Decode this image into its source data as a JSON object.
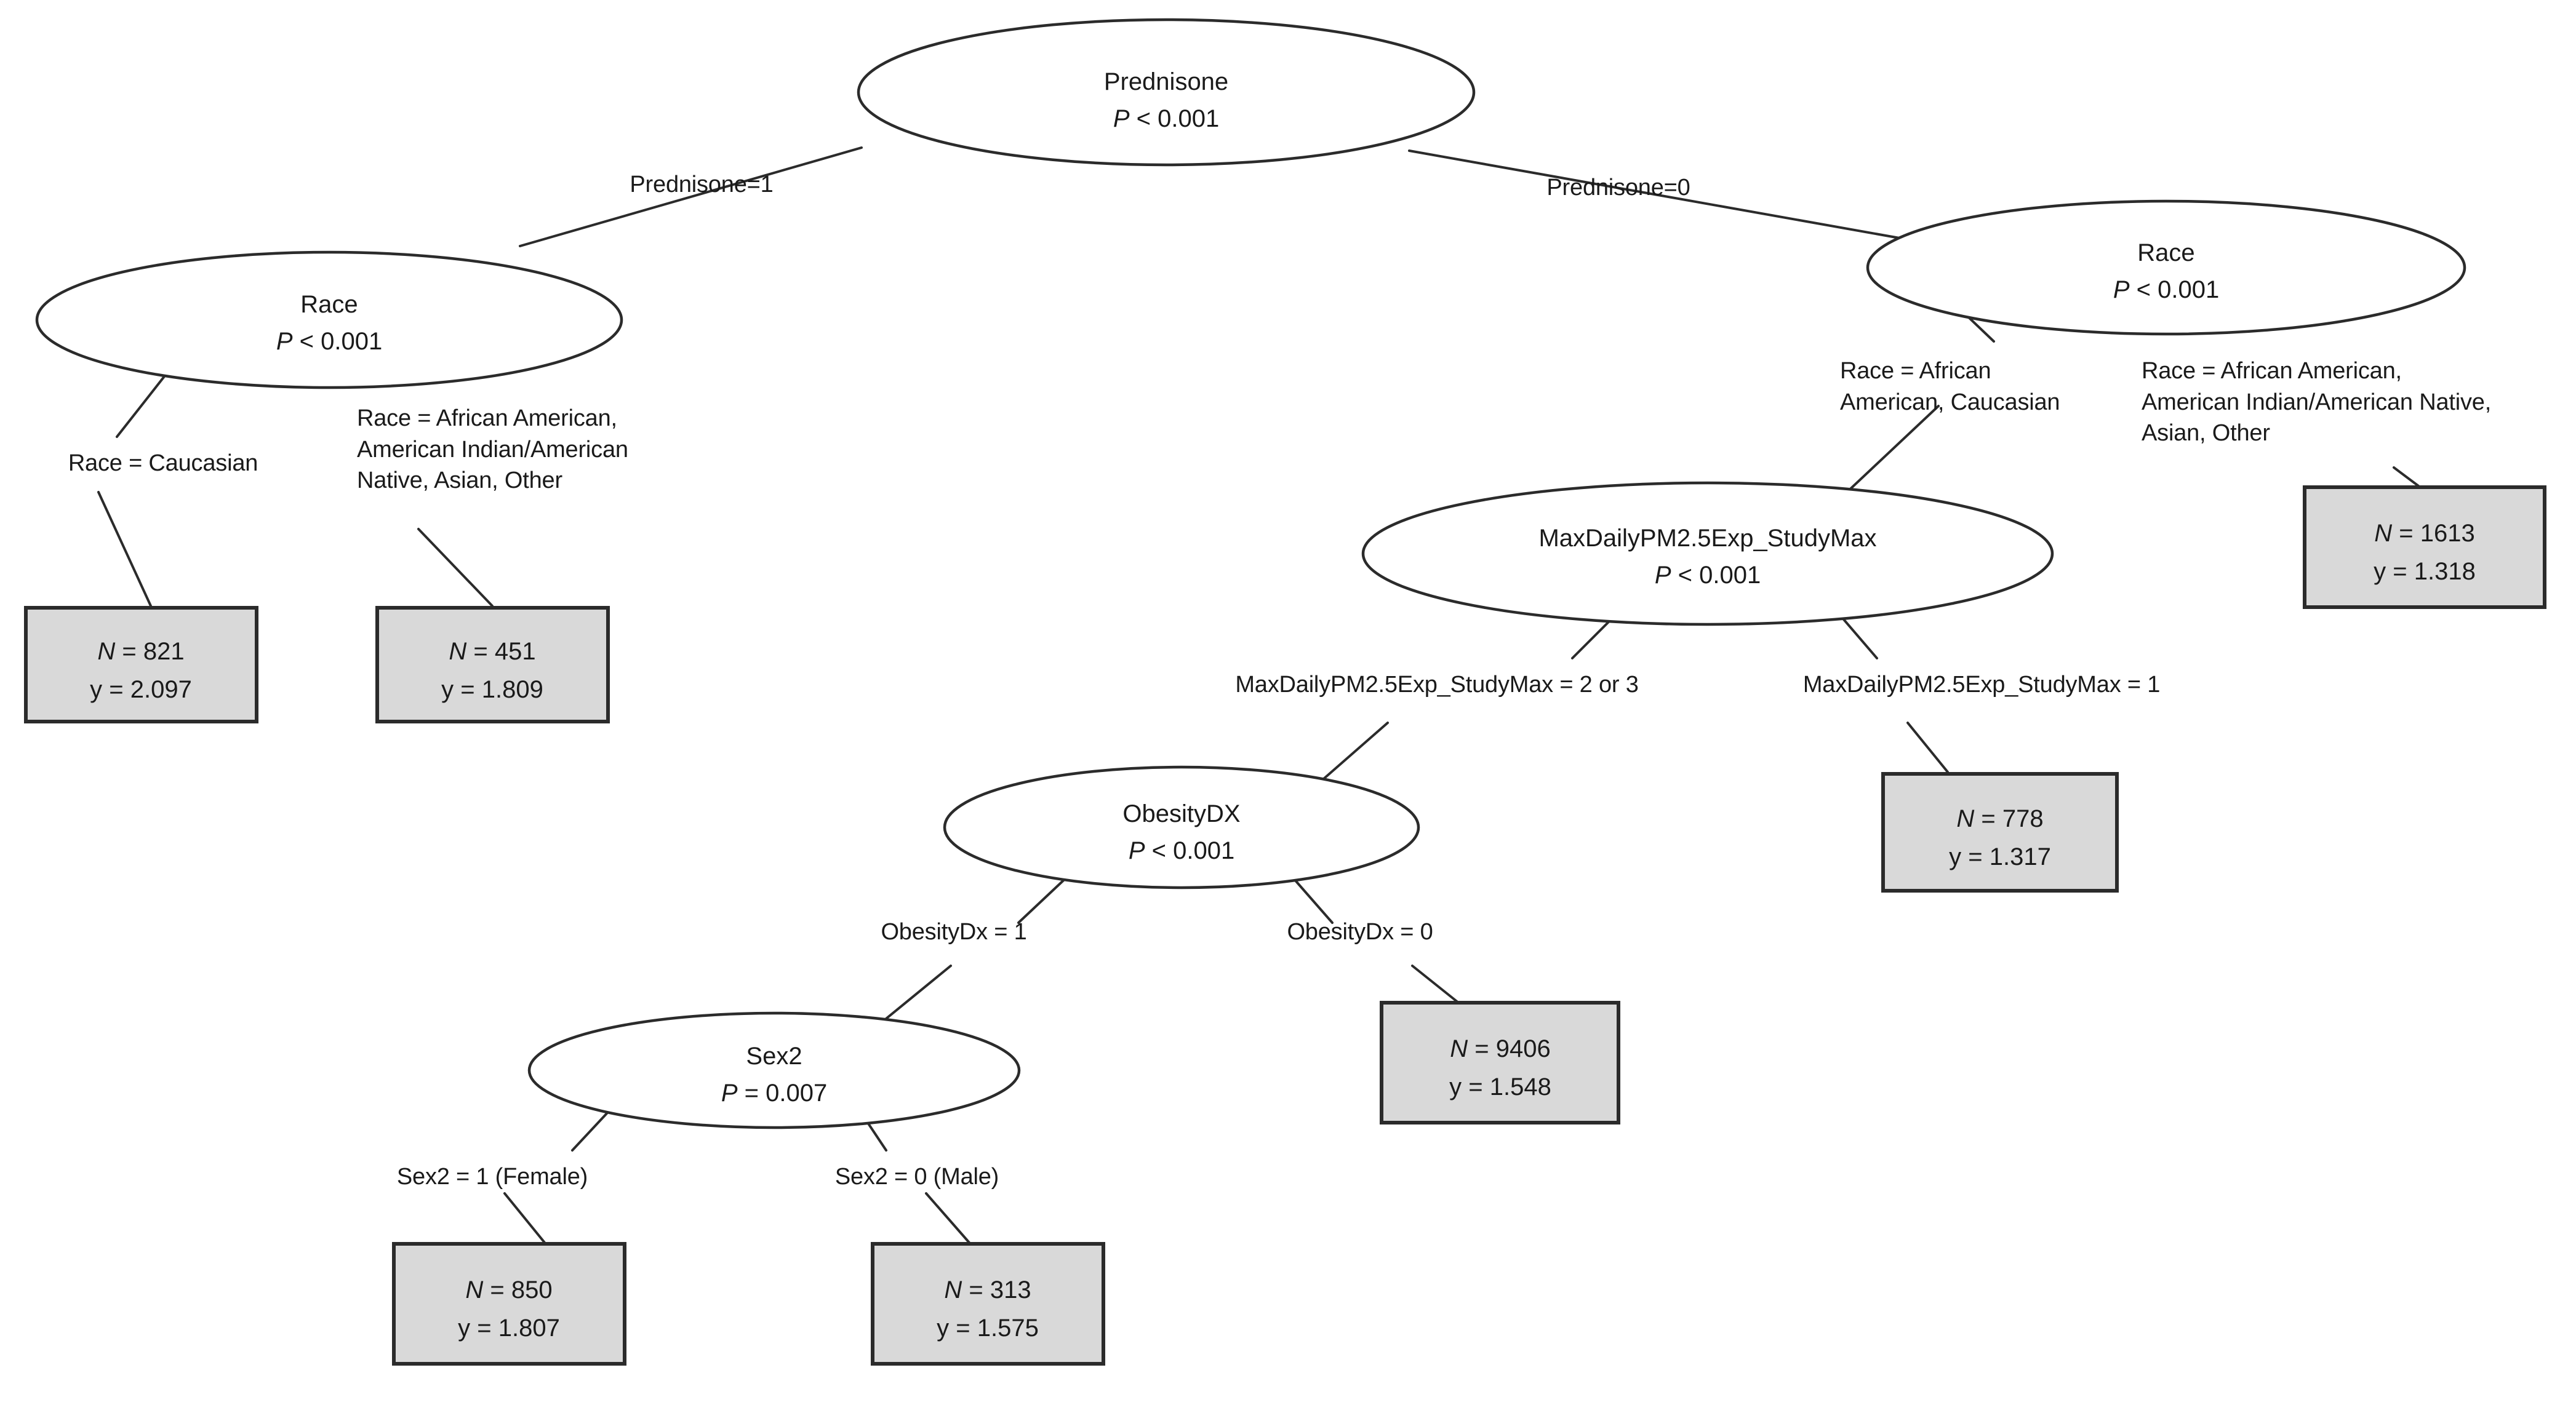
{
  "figure": {
    "type": "decision-tree",
    "domain": "conditional-inference-tree",
    "background_color": "#ffffff",
    "leaf_fill_color": "#d9d9d9",
    "stroke_color": "#2b2b2b"
  },
  "nodes": {
    "root": {
      "id": "n1",
      "variable": "Prednisone",
      "pvalue": "P < 0.001",
      "p_symbol": "P",
      "p_rest": " < 0.001"
    },
    "race_left": {
      "id": "n2",
      "variable": "Race",
      "pvalue": "P < 0.001",
      "p_symbol": "P",
      "p_rest": " < 0.001"
    },
    "race_right": {
      "id": "n3",
      "variable": "Race",
      "pvalue": "P < 0.001",
      "p_symbol": "P",
      "p_rest": " < 0.001"
    },
    "pm25": {
      "id": "n4",
      "variable": "MaxDailyPM2.5Exp_StudyMax",
      "pvalue": "P < 0.001",
      "p_symbol": "P",
      "p_rest": " < 0.001"
    },
    "obesity": {
      "id": "n5",
      "variable": "ObesityDX",
      "pvalue": "P < 0.001",
      "p_symbol": "P",
      "p_rest": " < 0.001"
    },
    "sex2": {
      "id": "n6",
      "variable": "Sex2",
      "pvalue": "P = 0.007",
      "p_symbol": "P",
      "p_rest": " = 0.007"
    }
  },
  "edge_labels": {
    "root_left": "Prednisone=1",
    "root_right": "Prednisone=0",
    "race_left_left": "Race = Caucasian",
    "race_left_right": "Race = African American,\nAmerican Indian/American\nNative, Asian, Other",
    "race_right_left": "Race = African\nAmerican, Caucasian",
    "race_right_right": "Race = African American,\nAmerican Indian/American Native,\nAsian, Other",
    "pm25_left": "MaxDailyPM2.5Exp_StudyMax = 2 or 3",
    "pm25_right": "MaxDailyPM2.5Exp_StudyMax = 1",
    "obesity_left": "ObesityDx = 1",
    "obesity_right": "ObesityDx = 0",
    "sex2_left": "Sex2 = 1 (Female)",
    "sex2_right": "Sex2 = 0 (Male)"
  },
  "leaves": [
    {
      "id": "leaf1",
      "n_symbol": "N",
      "n_text": " = 821",
      "n_value": 821,
      "y_text": "y = 2.097",
      "y_value": 2.097
    },
    {
      "id": "leaf2",
      "n_symbol": "N",
      "n_text": " = 451",
      "n_value": 451,
      "y_text": "y = 1.809",
      "y_value": 1.809
    },
    {
      "id": "leaf3",
      "n_symbol": "N",
      "n_text": " = 1613",
      "n_value": 1613,
      "y_text": "y = 1.318",
      "y_value": 1.318
    },
    {
      "id": "leaf4",
      "n_symbol": "N",
      "n_text": " = 778",
      "n_value": 778,
      "y_text": "y = 1.317",
      "y_value": 1.317
    },
    {
      "id": "leaf5",
      "n_symbol": "N",
      "n_text": " = 9406",
      "n_value": 9406,
      "y_text": "y = 1.548",
      "y_value": 1.548
    },
    {
      "id": "leaf6",
      "n_symbol": "N",
      "n_text": " = 850",
      "n_value": 850,
      "y_text": "y = 1.807",
      "y_value": 1.807
    },
    {
      "id": "leaf7",
      "n_symbol": "N",
      "n_text": " = 313",
      "n_value": 313,
      "y_text": "y = 1.575",
      "y_value": 1.575
    }
  ],
  "chart_data": {
    "type": "tree",
    "title": "",
    "splits": [
      {
        "node": "Prednisone",
        "p": "P < 0.001",
        "children": [
          "Prednisone=1",
          "Prednisone=0"
        ]
      },
      {
        "node": "Race",
        "p": "P < 0.001",
        "children": [
          "Race = Caucasian",
          "Race = African American, American Indian/American Native, Asian, Other"
        ]
      },
      {
        "node": "Race",
        "p": "P < 0.001",
        "children": [
          "Race = African American, Caucasian",
          "Race = African American, American Indian/American Native, Asian, Other"
        ]
      },
      {
        "node": "MaxDailyPM2.5Exp_StudyMax",
        "p": "P < 0.001",
        "children": [
          "MaxDailyPM2.5Exp_StudyMax = 2 or 3",
          "MaxDailyPM2.5Exp_StudyMax = 1"
        ]
      },
      {
        "node": "ObesityDX",
        "p": "P < 0.001",
        "children": [
          "ObesityDx = 1",
          "ObesityDx = 0"
        ]
      },
      {
        "node": "Sex2",
        "p": "P = 0.007",
        "children": [
          "Sex2 = 1 (Female)",
          "Sex2 = 0 (Male)"
        ]
      }
    ],
    "terminal_nodes": [
      {
        "N": 821,
        "y": 2.097,
        "path": "Prednisone=1, Race = Caucasian"
      },
      {
        "N": 451,
        "y": 1.809,
        "path": "Prednisone=1, Race = African American/American Indian/American Native/Asian/Other"
      },
      {
        "N": 1613,
        "y": 1.318,
        "path": "Prednisone=0, Race = African American/American Indian/American Native/Asian/Other"
      },
      {
        "N": 778,
        "y": 1.317,
        "path": "Prednisone=0, Race = African American/Caucasian, MaxDailyPM2.5Exp_StudyMax = 1"
      },
      {
        "N": 9406,
        "y": 1.548,
        "path": "Prednisone=0, Race = African American/Caucasian, MaxDailyPM2.5Exp_StudyMax = 2 or 3, ObesityDx = 0"
      },
      {
        "N": 850,
        "y": 1.807,
        "path": "Prednisone=0, Race = African American/Caucasian, MaxDailyPM2.5Exp_StudyMax = 2 or 3, ObesityDx = 1, Sex2 = 1 (Female)"
      },
      {
        "N": 313,
        "y": 1.575,
        "path": "Prednisone=0, Race = African American/Caucasian, MaxDailyPM2.5Exp_StudyMax = 2 or 3, ObesityDx = 1, Sex2 = 0 (Male)"
      }
    ]
  }
}
